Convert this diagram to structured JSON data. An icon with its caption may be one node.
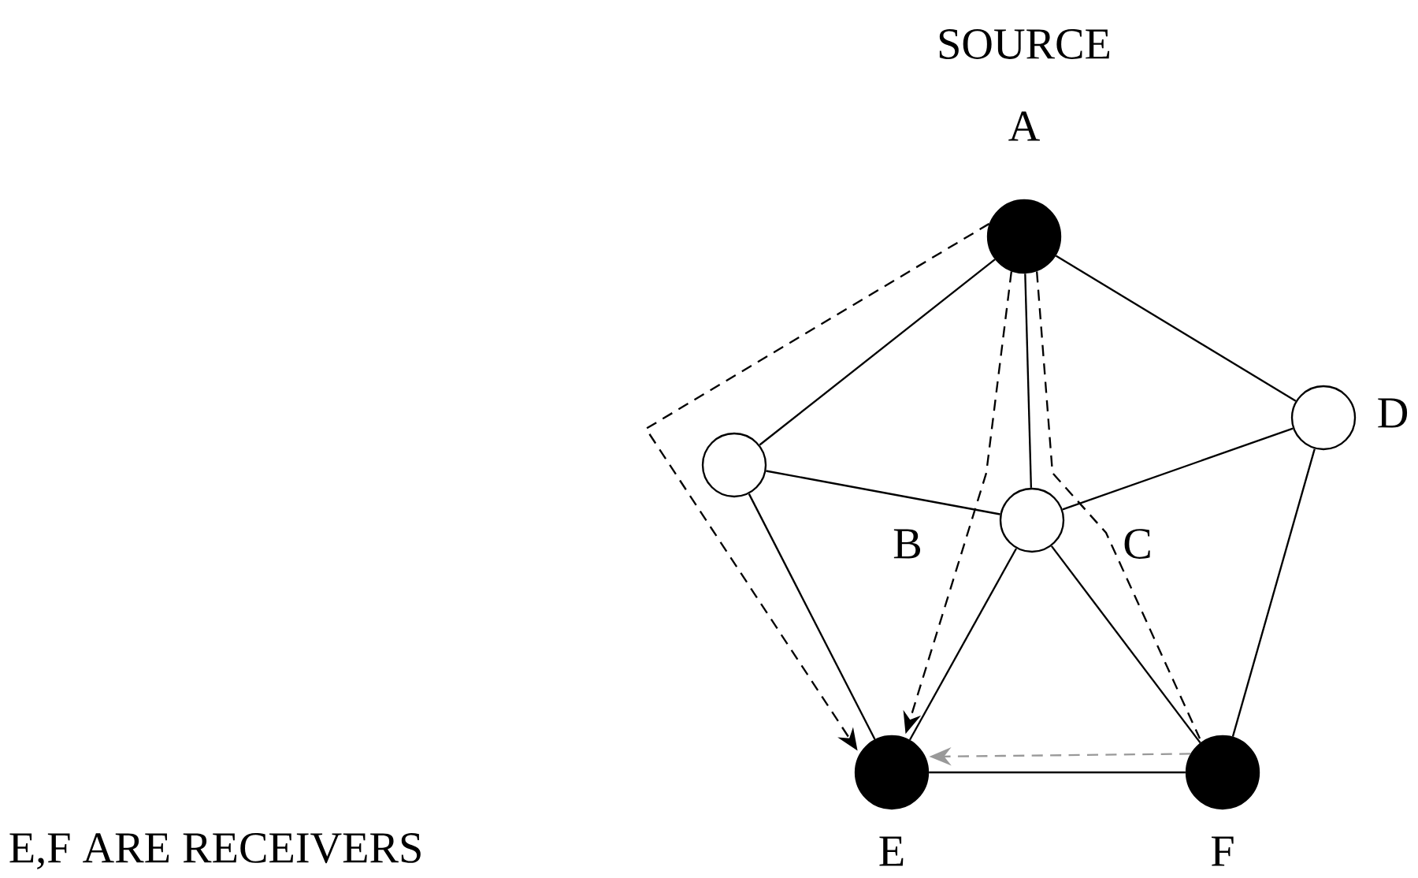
{
  "diagram": {
    "nodes": [
      {
        "text": [
          "A"
        ],
        "beside": [
          "SOURCE"
        ]
      },
      {
        "text": [
          "B"
        ]
      },
      {
        "text": [
          "C"
        ]
      },
      {
        "text": [
          "D"
        ]
      },
      {
        "text": [
          "E"
        ]
      },
      {
        "text": [
          "F"
        ]
      }
    ],
    "edges": [
      {
        "from": 0,
        "to": 1,
        "arrow": "none"
      },
      {
        "from": 0,
        "to": 2,
        "arrow": "none"
      },
      {
        "from": 0,
        "to": 3,
        "arrow": "none"
      },
      {
        "from": 1,
        "to": 2,
        "arrow": "none"
      },
      {
        "from": 2,
        "to": 3,
        "arrow": "none"
      },
      {
        "from": 1,
        "to": 4,
        "arrow": "none"
      },
      {
        "from": 2,
        "to": 4,
        "arrow": "none"
      },
      {
        "from": 2,
        "to": 5,
        "arrow": "none"
      },
      {
        "from": 3,
        "to": 5,
        "arrow": "none"
      },
      {
        "from": 4,
        "to": 5,
        "arrow": "none"
      },
      {
        "from": 0,
        "to": 4,
        "arrow": "to",
        "style": "dashed"
      },
      {
        "from": 0,
        "to": 4,
        "arrow": "to",
        "style": "dashed"
      },
      {
        "from": 0,
        "to": 5,
        "arrow": "none",
        "style": "dashed"
      },
      {
        "from": 5,
        "to": 4,
        "arrow": "to",
        "style": "dashed",
        "color": "#999999"
      }
    ],
    "labels": [
      "E,F ARE RECEIVERS"
    ]
  }
}
